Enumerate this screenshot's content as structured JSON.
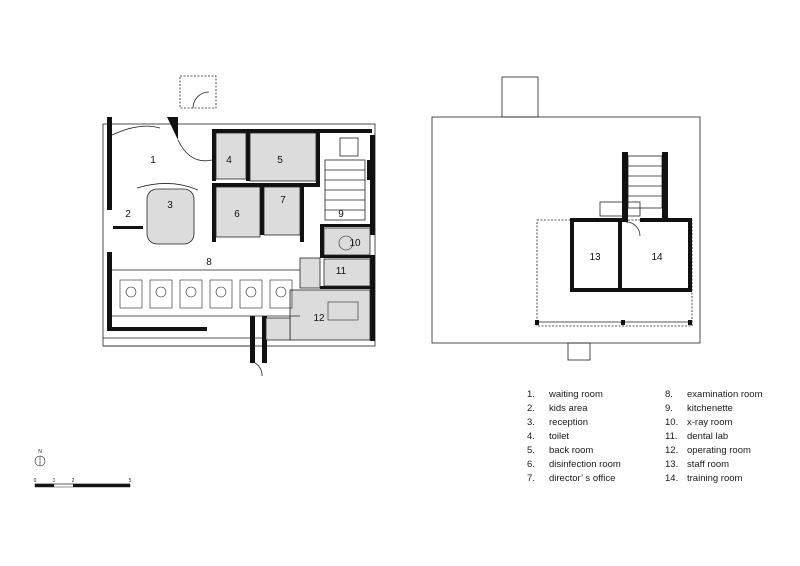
{
  "rooms_floor1": [
    {
      "id": "room-1",
      "label": "1"
    },
    {
      "id": "room-2",
      "label": "2"
    },
    {
      "id": "room-3",
      "label": "3"
    },
    {
      "id": "room-4",
      "label": "4"
    },
    {
      "id": "room-5",
      "label": "5"
    },
    {
      "id": "room-6",
      "label": "6"
    },
    {
      "id": "room-7",
      "label": "7"
    },
    {
      "id": "room-8",
      "label": "8"
    },
    {
      "id": "room-9",
      "label": "9"
    },
    {
      "id": "room-10",
      "label": "10"
    },
    {
      "id": "room-11",
      "label": "11"
    },
    {
      "id": "room-12",
      "label": "12"
    }
  ],
  "rooms_floor2": [
    {
      "id": "room-13",
      "label": "13"
    },
    {
      "id": "room-14",
      "label": "14"
    }
  ],
  "legend": {
    "left": [
      {
        "num": "1.",
        "label": "waiting room"
      },
      {
        "num": "2.",
        "label": "kids area"
      },
      {
        "num": "3.",
        "label": "reception"
      },
      {
        "num": "4.",
        "label": "toilet"
      },
      {
        "num": "5.",
        "label": "back room"
      },
      {
        "num": "6.",
        "label": "disinfection room"
      },
      {
        "num": "7.",
        "label": "director’ s office"
      }
    ],
    "right": [
      {
        "num": "8.",
        "label": "examination room"
      },
      {
        "num": "9.",
        "label": "kitchenette"
      },
      {
        "num": "10.",
        "label": "x-ray room"
      },
      {
        "num": "11.",
        "label": "dental lab"
      },
      {
        "num": "12.",
        "label": "operating room"
      },
      {
        "num": "13.",
        "label": "staff room"
      },
      {
        "num": "14.",
        "label": "training room"
      }
    ]
  },
  "north": {
    "label": "N"
  },
  "scale": {
    "ticks": [
      "0",
      "1",
      "2",
      "5"
    ]
  },
  "colors": {
    "wall": "#111111",
    "fill": "#dcdcdc",
    "line": "#222222"
  }
}
